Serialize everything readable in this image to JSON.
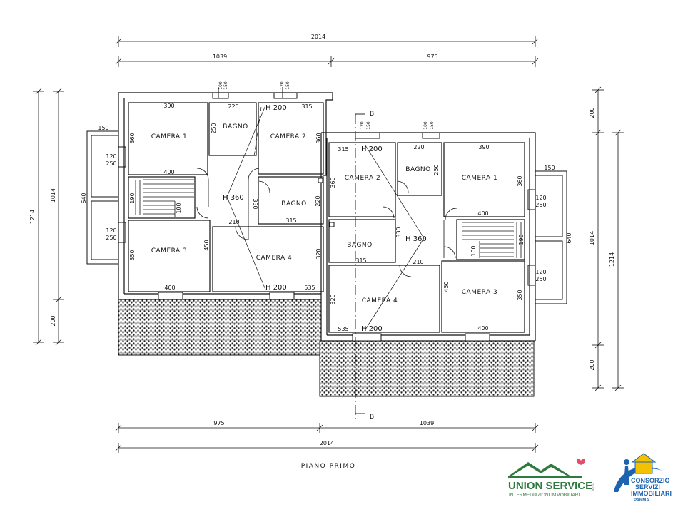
{
  "plan_title": "PIANO PRIMO",
  "dimensions": {
    "total_top": "2014",
    "top_left": "1039",
    "top_right": "975",
    "total_bottom": "2014",
    "bottom_left": "975",
    "bottom_right": "1039",
    "left_total": "1214",
    "left_body": "1014",
    "left_200": "200",
    "left_640": "640",
    "right_total": "1214",
    "right_body": "1014",
    "right_200_top": "200",
    "right_200_bottom": "200",
    "right_640": "640"
  },
  "section_marker": "B",
  "left_unit": {
    "room_camera1": "CAMERA 1",
    "room_camera2": "CAMERA 2",
    "room_camera3": "CAMERA 3",
    "room_camera4": "CAMERA 4",
    "room_bagno1": "BAGNO",
    "room_bagno2": "BAGNO",
    "h_top": "H 200",
    "h_center": "H 360",
    "h_bottom": "H 200",
    "d390": "390",
    "d220": "220",
    "d315a": "315",
    "d360a": "360",
    "d360b": "360",
    "d250": "250",
    "d400a": "400",
    "d190": "190",
    "d100": "100",
    "d330": "330",
    "d220b": "220",
    "d210": "210",
    "d315b": "315",
    "d350": "350",
    "d450": "450",
    "d320": "320",
    "d400b": "400",
    "d535": "535",
    "d150": "150",
    "d120a": "120",
    "d250a": "250",
    "d120b": "120",
    "d250b": "250",
    "w100": "100",
    "w150": "150",
    "w120": "120",
    "w150b": "150"
  },
  "right_unit": {
    "room_camera1": "CAMERA 1",
    "room_camera2": "CAMERA 2",
    "room_camera3": "CAMERA 3",
    "room_camera4": "CAMERA 4",
    "room_bagno1": "BAGNO",
    "room_bagno2": "BAGNO",
    "h_top": "H 200",
    "h_center": "H 360",
    "h_bottom": "H 200",
    "d315a": "315",
    "d220": "220",
    "d390": "390",
    "d360a": "360",
    "d250": "250",
    "d360b": "360",
    "d400a": "400",
    "d330": "330",
    "d190": "190",
    "d100": "100",
    "d315b": "315",
    "d210": "210",
    "d450": "450",
    "d350": "350",
    "d320": "320",
    "d535": "535",
    "d400b": "400",
    "d150": "150",
    "d120a": "120",
    "d250a": "250",
    "d120b": "120",
    "d250b": "250",
    "w120": "120",
    "w150": "150",
    "w100": "100",
    "w150b": "150"
  },
  "logos": {
    "union_name": "UNION SERVICE",
    "union_sub": "INTERMEDIAZIONI IMMOBILIARI",
    "union_side": "s.r.l.",
    "consorzio_line1": "CONSORZIO",
    "consorzio_line2": "SERVIZI",
    "consorzio_line3": "IMMOBILIARI",
    "consorzio_line4": "PARMA"
  },
  "colors": {
    "line": "#111111",
    "union_green": "#2f7a3e",
    "consorzio_blue": "#1d63b0",
    "consorzio_yellow": "#f2c200"
  }
}
